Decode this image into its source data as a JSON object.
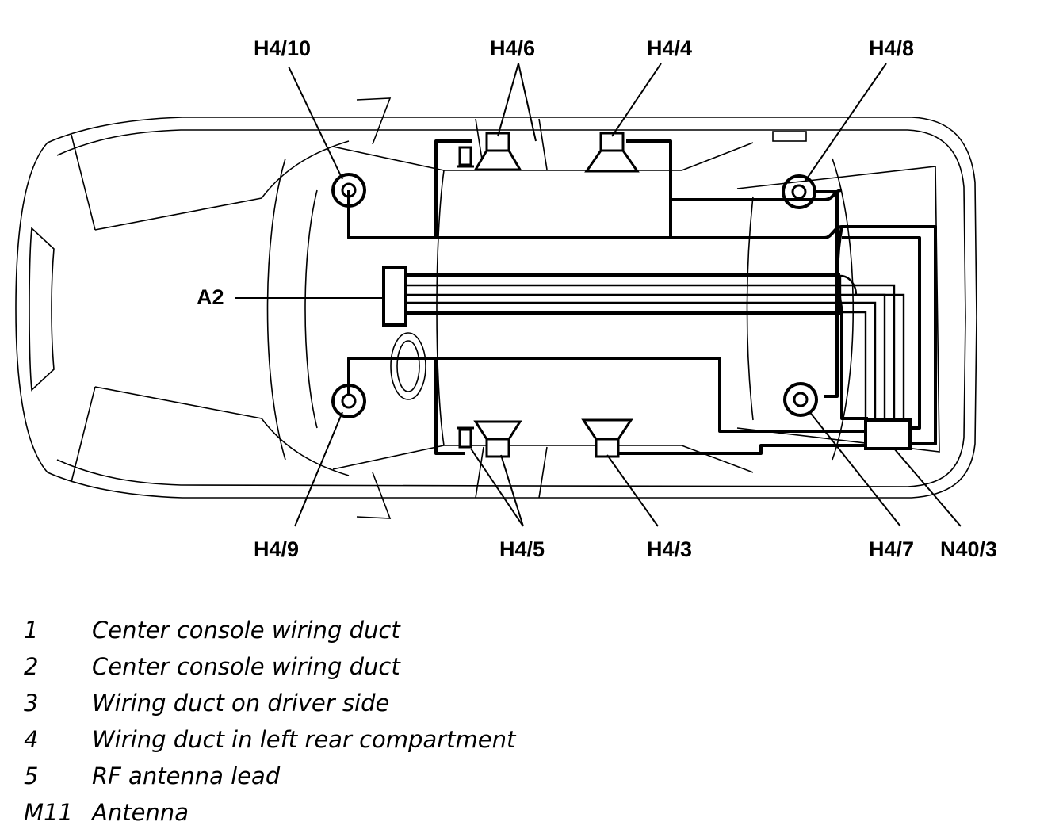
{
  "callouts": {
    "h4_10": "H4/10",
    "h4_6": "H4/6",
    "h4_4": "H4/4",
    "h4_8": "H4/8",
    "a2": "A2",
    "h4_9": "H4/9",
    "h4_5": "H4/5",
    "h4_3": "H4/3",
    "h4_7": "H4/7",
    "n40_3": "N40/3"
  },
  "legend": [
    {
      "key": "1",
      "text": "Center console wiring duct"
    },
    {
      "key": "2",
      "text": "Center console wiring duct"
    },
    {
      "key": "3",
      "text": "Wiring duct on driver side"
    },
    {
      "key": "4",
      "text": "Wiring duct in left rear compartment"
    },
    {
      "key": "5",
      "text": "RF antenna lead"
    },
    {
      "key": "M11",
      "text": "Antenna"
    }
  ],
  "colors": {
    "ink": "#000000",
    "paper": "#ffffff"
  }
}
